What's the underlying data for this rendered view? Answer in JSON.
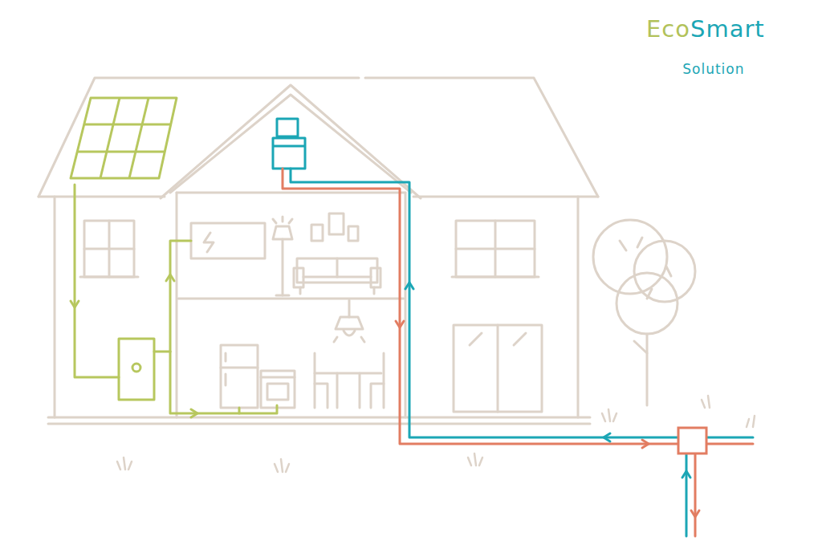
{
  "diagram": {
    "labels": [
      "Eco",
      "Smart",
      "Solution"
    ]
  }
}
